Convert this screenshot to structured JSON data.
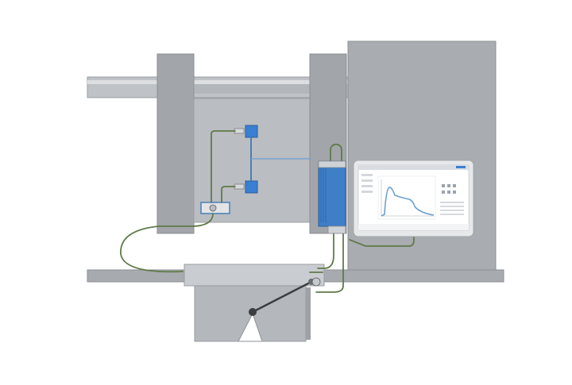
{
  "diagram": {
    "subject": "injection-molding-machine-with-process-monitoring",
    "colors": {
      "machine_gray": "#a9acb0",
      "machine_light": "#c5c8cc",
      "machine_dark": "#7f8388",
      "cable_green": "#5f7a4a",
      "sensor_blue": "#3a7fd1",
      "amplifier_blue": "#3f7fc8",
      "monitor_frame": "#e6e8ea",
      "curve_blue": "#6a9fd0"
    },
    "components": {
      "tie_bar": "tie-bar",
      "fixed_platen": "fixed-platen",
      "moving_platen": "moving-platen",
      "mold_cavity": "mold-cavity",
      "cavity_sensors": [
        "cavity-pressure-sensor",
        "cavity-pressure-sensor"
      ],
      "connector_box": "connector-box",
      "charge_amplifier": "charge-amplifier",
      "monitor": "process-monitor",
      "base_rail": "machine-base",
      "injection_unit": "injection-unit",
      "lever": "lever-handle"
    },
    "monitor": {
      "chart": {
        "type": "line",
        "description_shape": "cavity-pressure-curve"
      }
    }
  }
}
